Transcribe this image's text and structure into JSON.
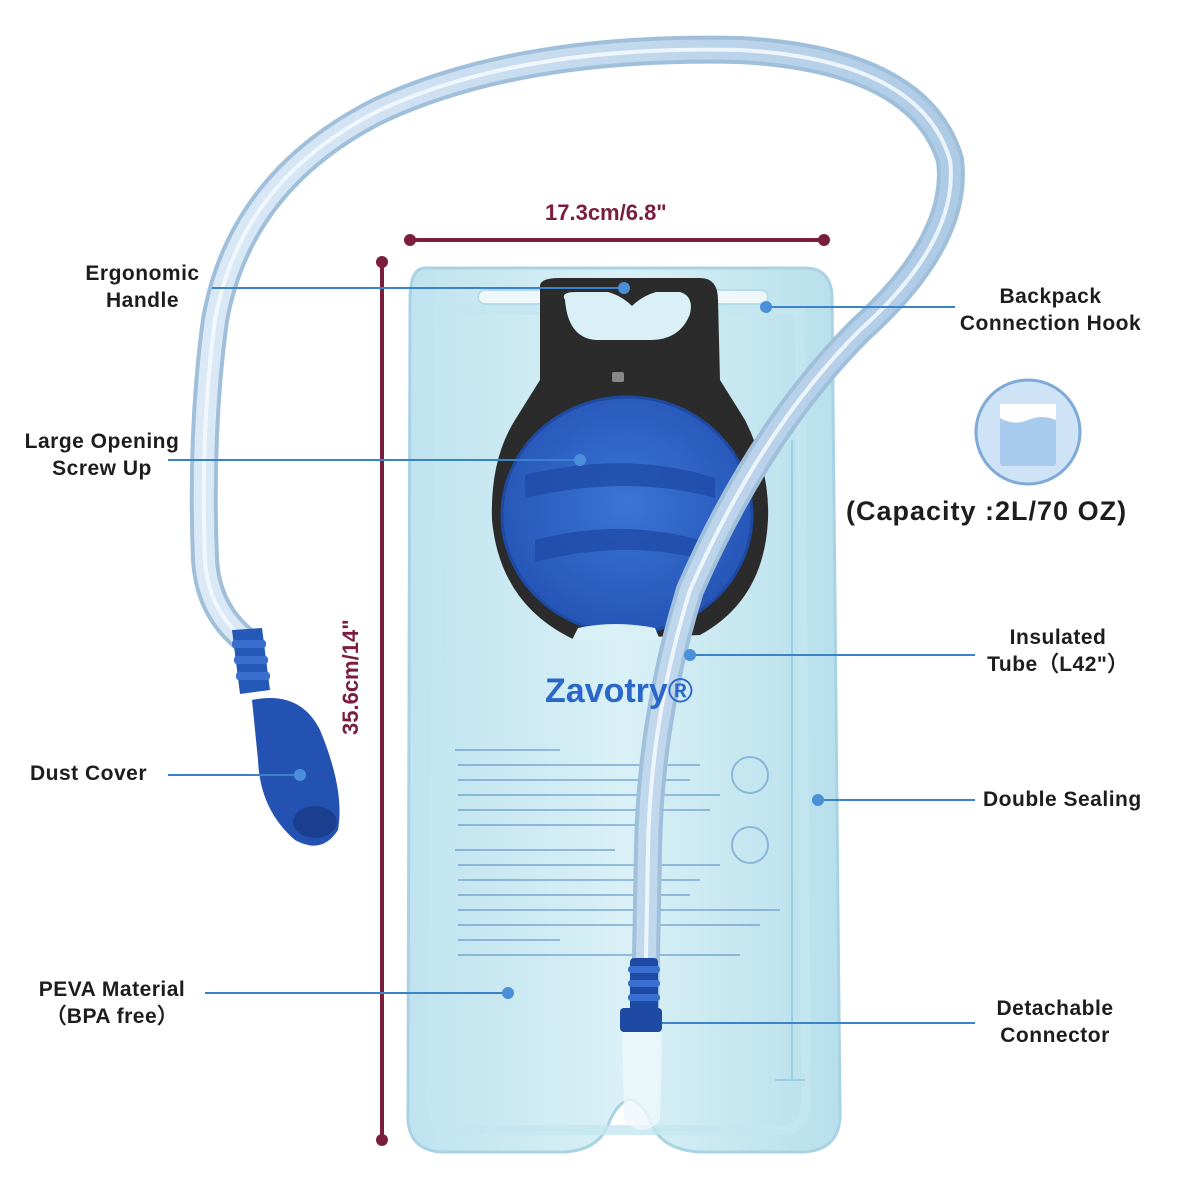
{
  "dimensions": {
    "width_label": "17.3cm/6.8\"",
    "height_label": "35.6cm/14\""
  },
  "callouts": {
    "ergonomic_handle": [
      "Ergonomic",
      "Handle"
    ],
    "large_opening": [
      "Large Opening",
      "Screw Up"
    ],
    "dust_cover": [
      "Dust Cover"
    ],
    "peva_material": [
      "PEVA Material",
      "（BPA free）"
    ],
    "backpack_hook": [
      "Backpack",
      "Connection Hook"
    ],
    "insulated_tube": [
      "Insulated",
      "Tube（L42\"）"
    ],
    "double_sealing": [
      "Double Sealing"
    ],
    "detachable_connector": [
      "Detachable",
      "Connector"
    ]
  },
  "capacity_label": "(Capacity :2L/70 OZ)",
  "brand": "Zavotry®",
  "colors": {
    "bladder": "#cfe9f2",
    "bladder_edge": "#a9d3e3",
    "cap_blue": "#2f63c8",
    "handle_black": "#2b2b2b",
    "dimension_line": "#7a1d3e",
    "callout_line": "#3a82c9",
    "tube": "#c9def0"
  }
}
